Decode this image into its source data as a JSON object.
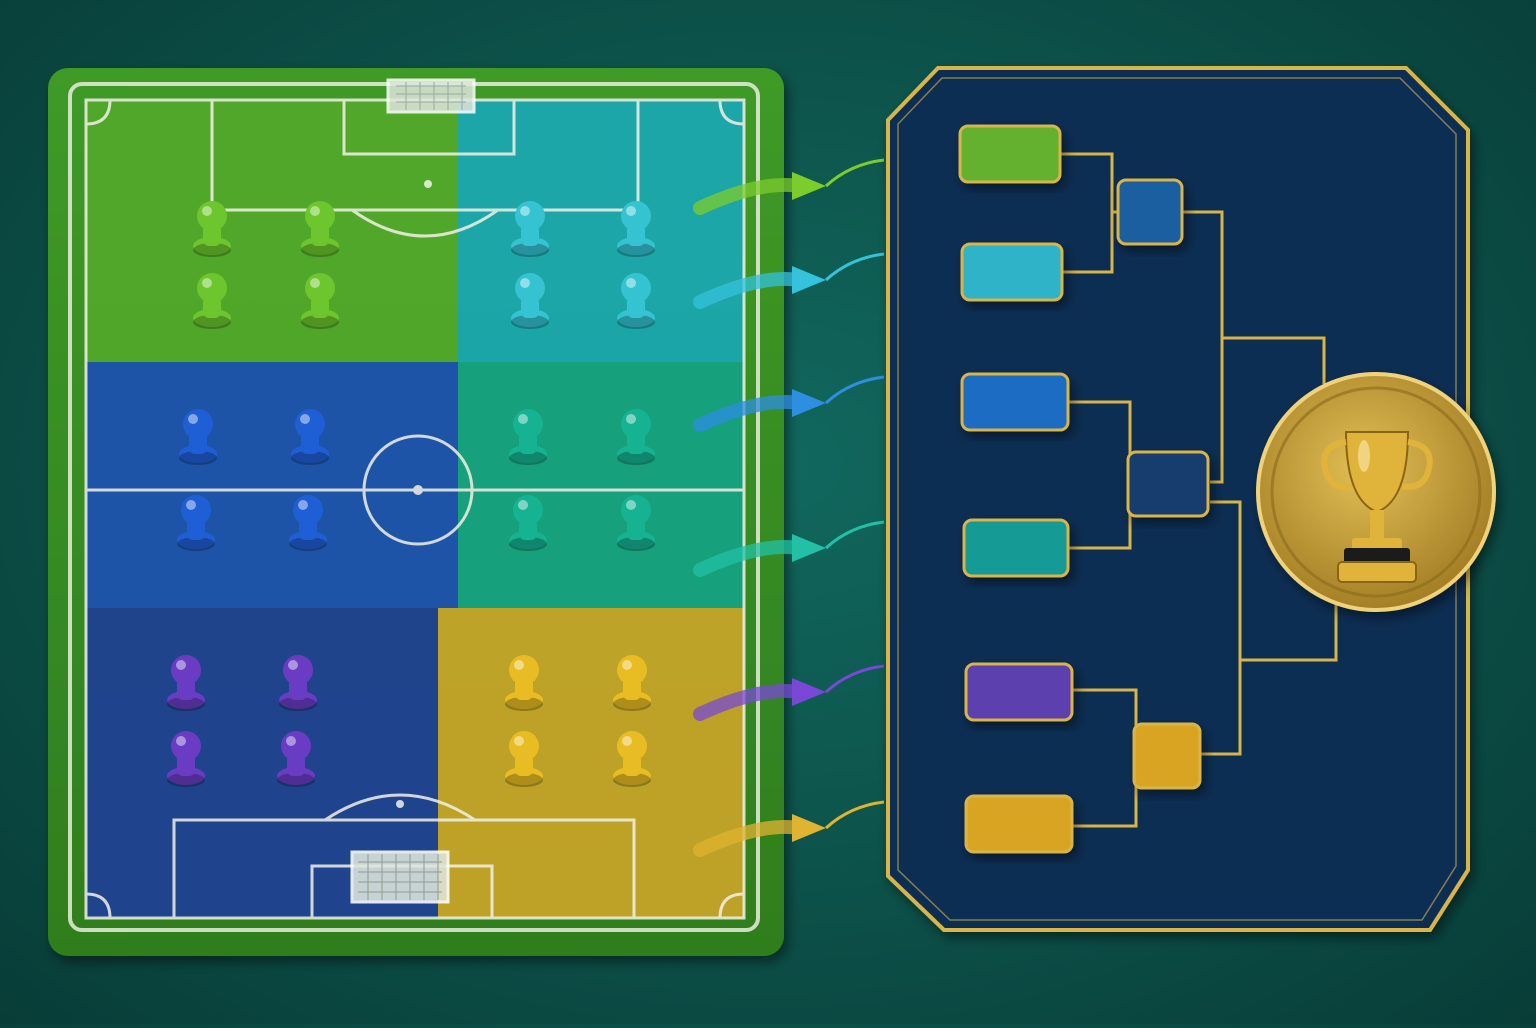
{
  "zones": [
    {
      "id": "zone-green",
      "color": "#52a82a",
      "players": 4
    },
    {
      "id": "zone-cyan",
      "color": "#1aa7b3",
      "players": 4
    },
    {
      "id": "zone-blue",
      "color": "#1c4fb4",
      "players": 4
    },
    {
      "id": "zone-teal",
      "color": "#13a283",
      "players": 4
    },
    {
      "id": "zone-purple",
      "color": "#1d3e96",
      "players": 4
    },
    {
      "id": "zone-yellow",
      "color": "#c9a528",
      "players": 4
    }
  ],
  "player_colors": {
    "green": "#6ec62e",
    "cyan": "#35c3d2",
    "blue": "#1f5fd6",
    "teal": "#16b393",
    "purple": "#6a3cc4",
    "yellow": "#e8bc23"
  },
  "bracket": {
    "round1": [
      "#63b12f",
      "#2db3c9",
      "#1b6cc4",
      "#139a96",
      "#5c3fae",
      "#d9a424"
    ],
    "round2": [
      "#1b5fa0",
      "#173e6d",
      "#d9a424"
    ],
    "panel_color": "#0f2d52",
    "line_color": "#d8b44a"
  },
  "trophy": {
    "icon": "trophy-icon",
    "medal_color": "#caa23c",
    "cup_color": "#e0b43a"
  },
  "arrows": {
    "colors": [
      "#7ccc2c",
      "#34c2dc",
      "#2e8ee0",
      "#22c1a6",
      "#7a48d6",
      "#e0b330"
    ]
  }
}
